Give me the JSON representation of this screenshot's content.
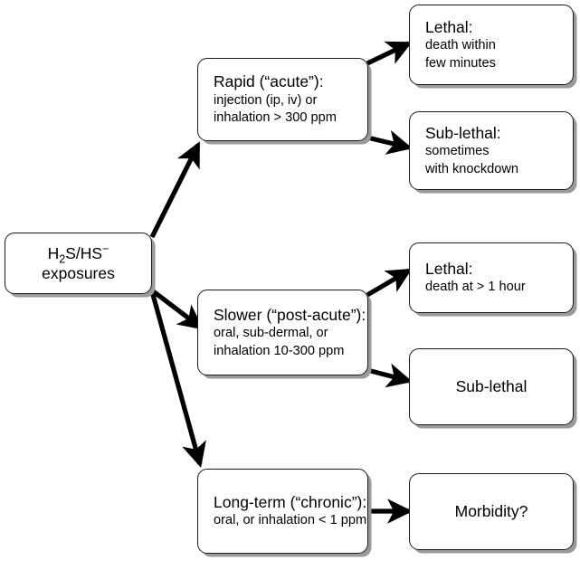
{
  "diagram": {
    "title": "H2S/HS- exposure outcomes flowchart",
    "colors": {
      "box_border": "#1a1a1a",
      "box_fill": "#ffffff",
      "shadow": "#9a9a96",
      "arrow": "#000000",
      "background": "#ffffff"
    },
    "nodes": [
      {
        "id": "source",
        "title": "",
        "title_html": "H2S/HS−",
        "lines": [
          "exposures"
        ],
        "align": "center"
      },
      {
        "id": "rapid",
        "title": "Rapid (“acute”):",
        "lines": [
          "injection (ip, iv) or",
          "inhalation > 300 ppm"
        ],
        "align": "left"
      },
      {
        "id": "rapid-lethal",
        "title": "Lethal:",
        "lines": [
          "death within",
          "few minutes"
        ],
        "align": "left"
      },
      {
        "id": "rapid-sublethal",
        "title": "Sub-lethal:",
        "lines": [
          "sometimes",
          "with knockdown"
        ],
        "align": "left"
      },
      {
        "id": "slower",
        "title": "Slower (“post-acute”):",
        "lines": [
          "oral, sub-dermal, or",
          "inhalation 10-300 ppm"
        ],
        "align": "left"
      },
      {
        "id": "slower-lethal",
        "title": "Lethal:",
        "lines": [
          "death at > 1 hour"
        ],
        "align": "left"
      },
      {
        "id": "slower-sublethal",
        "title": "Sub-lethal",
        "lines": [],
        "align": "center"
      },
      {
        "id": "chronic",
        "title": "Long-term (“chronic”):",
        "lines": [
          "oral, or inhalation < 1 ppm"
        ],
        "align": "left"
      },
      {
        "id": "chronic-outcome",
        "title": "Morbidity?",
        "lines": [],
        "align": "center"
      }
    ],
    "edges": [
      {
        "from": "source",
        "to": "rapid"
      },
      {
        "from": "source",
        "to": "slower"
      },
      {
        "from": "source",
        "to": "chronic"
      },
      {
        "from": "rapid",
        "to": "rapid-lethal"
      },
      {
        "from": "rapid",
        "to": "rapid-sublethal"
      },
      {
        "from": "slower",
        "to": "slower-lethal"
      },
      {
        "from": "slower",
        "to": "slower-sublethal"
      },
      {
        "from": "chronic",
        "to": "chronic-outcome"
      }
    ]
  }
}
